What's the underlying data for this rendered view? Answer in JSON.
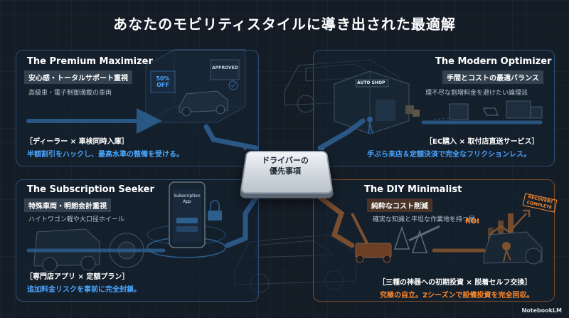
{
  "title": "あなたのモビリティスタイルに導き出された最適解",
  "hub": {
    "line1": "ドライバーの",
    "line2": "優先事項"
  },
  "panels": {
    "premium": {
      "title": "The Premium Maximizer",
      "subtitle": "安心感・トータルサポート重視",
      "description": "高級車・電子制御満載の車両",
      "category": "［ディーラー × 車検同時入庫］",
      "result": "半額割引をハックし、最高水準の整備を受ける。",
      "sign1": "50% OFF",
      "sign2": "APPROVED"
    },
    "modern": {
      "title": "The Modern Optimizer",
      "subtitle": "手間とコストの最適バランス",
      "description": "理不尽な割増料金を避けたい論理派",
      "category": "［EC購入 × 取付店直送サービス］",
      "result": "手ぶら来店＆定額決済で完全なフリクションレス。",
      "shop_sign": "AUTO SHOP"
    },
    "subscription": {
      "title": "The Subscription Seeker",
      "subtitle": "特殊車両・明朗会計重視",
      "description": "ハイトワゴン軽や大口径ホイール",
      "category": "［専門店アプリ × 定額プラン］",
      "result": "追加料金リスクを事前に完全封鎖。",
      "phone_text": "Subscription App"
    },
    "diy": {
      "title": "The DIY Minimalist",
      "subtitle": "純粋なコスト削減",
      "description": "確実な知識と平坦な作業地を持つ層",
      "category": "［三種の神器への初期投資 × 脱着セルフ交換］",
      "result": "究極の自立。2シーズンで設備投資を完全回収。",
      "roi_label": "ROI",
      "recovery_label": "RECOVERY COMPLETE"
    }
  },
  "brand": "NotebookLM",
  "colors": {
    "blue": "#4aa6ff",
    "orange": "#ff8a2a",
    "background": "#141c26"
  }
}
